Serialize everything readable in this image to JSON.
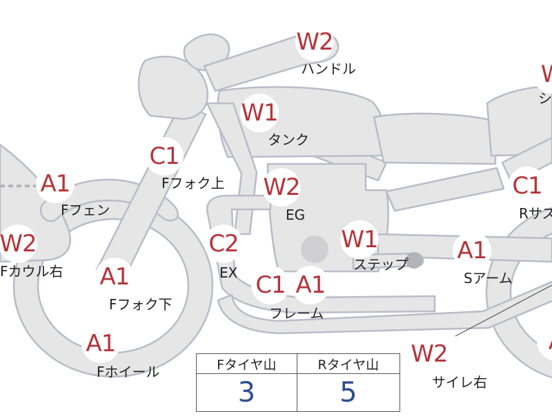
{
  "colors": {
    "body_fill": "#e6e6e6",
    "body_stroke": "#b9bcc8",
    "badge_text": "#b5343a",
    "label_text": "#222222",
    "tire_value": "#2e4d8f"
  },
  "parts": [
    {
      "id": "handle",
      "grade": "W2",
      "label": "ハンドル"
    },
    {
      "id": "seat",
      "grade": "W",
      "label": "シ"
    },
    {
      "id": "tank",
      "grade": "W1",
      "label": "タンク"
    },
    {
      "id": "f-fork-upper",
      "grade": "C1",
      "label": "Fフォク上"
    },
    {
      "id": "f-fender",
      "grade": "A1",
      "label": "Fフェン"
    },
    {
      "id": "engine",
      "grade": "W2",
      "label": "EG"
    },
    {
      "id": "r-suspension",
      "grade": "C1",
      "label": "Rサス"
    },
    {
      "id": "f-cowl-right",
      "grade": "W2",
      "label": "Fカウル右"
    },
    {
      "id": "exhaust",
      "grade": "C2",
      "label": "EX"
    },
    {
      "id": "step",
      "grade": "W1",
      "label": "ステップ"
    },
    {
      "id": "s-arm",
      "grade": "A1",
      "label": "Sアーム"
    },
    {
      "id": "f-fork-lower",
      "grade": "A1",
      "label": "Fフォク下"
    },
    {
      "id": "frame-c1",
      "grade": "C1",
      "label": ""
    },
    {
      "id": "frame-a1",
      "grade": "A1",
      "label": "フレーム"
    },
    {
      "id": "f-wheel",
      "grade": "A1",
      "label": "Fホイール"
    },
    {
      "id": "silencer-right",
      "grade": "W2",
      "label": "サイレ右"
    },
    {
      "id": "r-wheel",
      "grade": "A",
      "label": ""
    }
  ],
  "tire_table": {
    "front_header": "Fタイヤ山",
    "rear_header": "Rタイヤ山",
    "front_value": "3",
    "rear_value": "5"
  }
}
